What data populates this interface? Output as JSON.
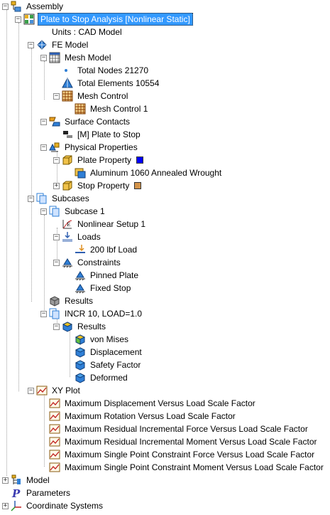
{
  "tree": {
    "assembly": "Assembly",
    "analysis": "Plate to Stop Analysis  [Nonlinear Static]",
    "units": "Units : CAD Model",
    "fe_model": "FE Model",
    "mesh_model": "Mesh Model",
    "total_nodes": "Total Nodes 21270",
    "total_elements": "Total Elements 10554",
    "mesh_control": "Mesh Control",
    "mesh_control_1": "Mesh Control 1",
    "surface_contacts": "Surface Contacts",
    "contact_plate_stop": "[M] Plate to Stop",
    "physical_properties": "Physical Properties",
    "plate_property": "Plate Property",
    "plate_color": "#0000ff",
    "aluminum": "Aluminum 1060 Annealed Wrought",
    "stop_property": "Stop Property",
    "stop_color": "#d4944a",
    "subcases": "Subcases",
    "subcase_1": "Subcase 1",
    "nonlinear_setup": "Nonlinear Setup 1",
    "loads": "Loads",
    "load_200": "200 lbf Load",
    "constraints": "Constraints",
    "pinned_plate": "Pinned Plate",
    "fixed_stop": "Fixed Stop",
    "results": "Results",
    "incr": "INCR 10, LOAD=1.0",
    "incr_results": "Results",
    "von_mises": "von Mises",
    "displacement": "Displacement",
    "safety_factor": "Safety Factor",
    "deformed": "Deformed",
    "xy_plot": "XY Plot",
    "xy_items": [
      "Maximum Displacement Versus Load Scale Factor",
      "Maximum Rotation Versus Load Scale Factor",
      "Maximum Residual Incremental Force Versus Load Scale Factor",
      "Maximum Residual Incremental Moment Versus Load Scale Factor",
      "Maximum Single Point Constraint Force Versus Load Scale Factor",
      "Maximum Single Point Constraint Moment Versus Load Scale Factor"
    ],
    "model": "Model",
    "parameters": "Parameters",
    "coordinate_systems": "Coordinate Systems"
  },
  "icons": {
    "expanded": "−",
    "collapsed": "+"
  }
}
